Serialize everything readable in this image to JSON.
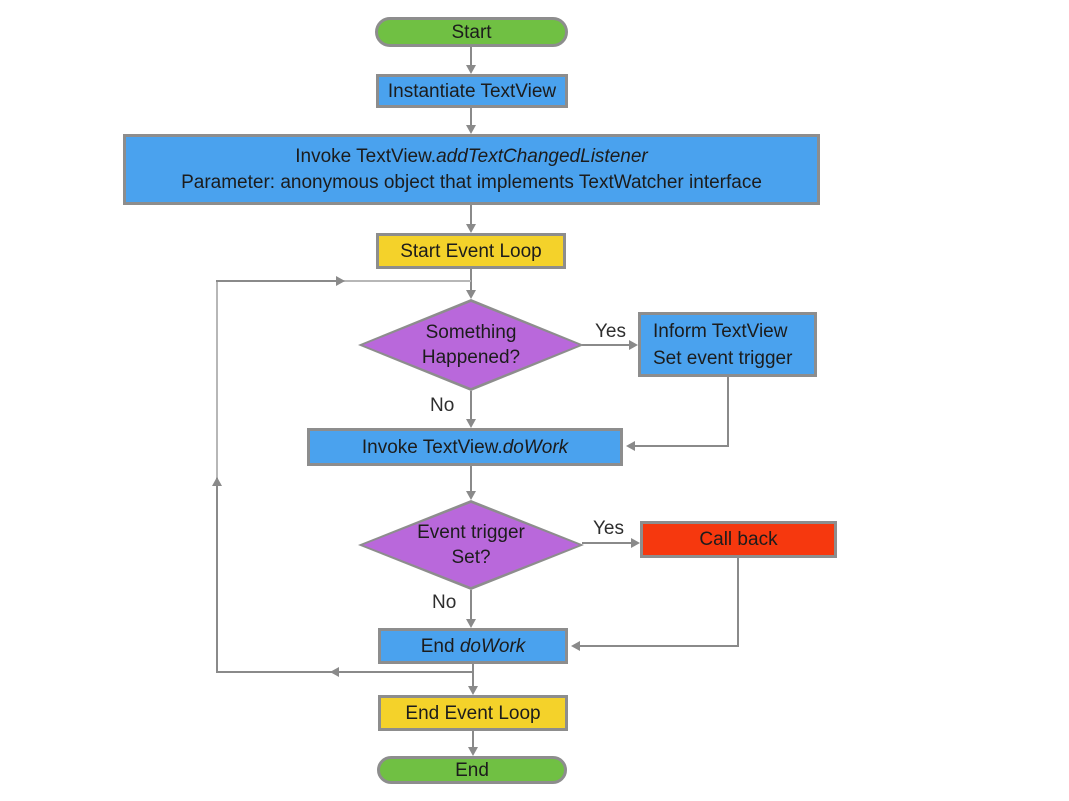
{
  "flowchart": {
    "nodes": {
      "start": {
        "label": "Start"
      },
      "instantiate": {
        "label": "Instantiate TextView"
      },
      "add_listener": {
        "line1_prefix": "Invoke TextView.",
        "line1_italic": "addTextChangedListener",
        "line2": "Parameter: anonymous object that implements TextWatcher interface"
      },
      "start_event_loop": {
        "label": "Start Event Loop"
      },
      "something_happened": {
        "line1": "Something",
        "line2": "Happened?"
      },
      "inform_textview": {
        "line1": "Inform TextView",
        "line2": "Set event trigger"
      },
      "invoke_dowork": {
        "prefix": "Invoke TextView.",
        "italic": "doWork"
      },
      "event_trigger_set": {
        "line1": "Event trigger",
        "line2": "Set?"
      },
      "call_back": {
        "label": "Call back"
      },
      "end_dowork": {
        "prefix": "End ",
        "italic": "doWork"
      },
      "end_event_loop": {
        "label": "End Event Loop"
      },
      "end": {
        "label": "End"
      }
    },
    "edge_labels": {
      "yes1": "Yes",
      "no1": "No",
      "yes2": "Yes",
      "no2": "No"
    },
    "colors": {
      "terminator_green": "#70c043",
      "process_blue": "#4aa2ee",
      "loop_yellow": "#f4d22a",
      "decision_purple": "#b968db",
      "callback_red": "#f6380e",
      "node_border_gray": "#8d8d8d",
      "line_gray": "#8a8a8a",
      "line_light_gray": "#b7b7b7",
      "text_dark": "#1c1c1c",
      "label_gray": "#2e2e2e"
    }
  }
}
